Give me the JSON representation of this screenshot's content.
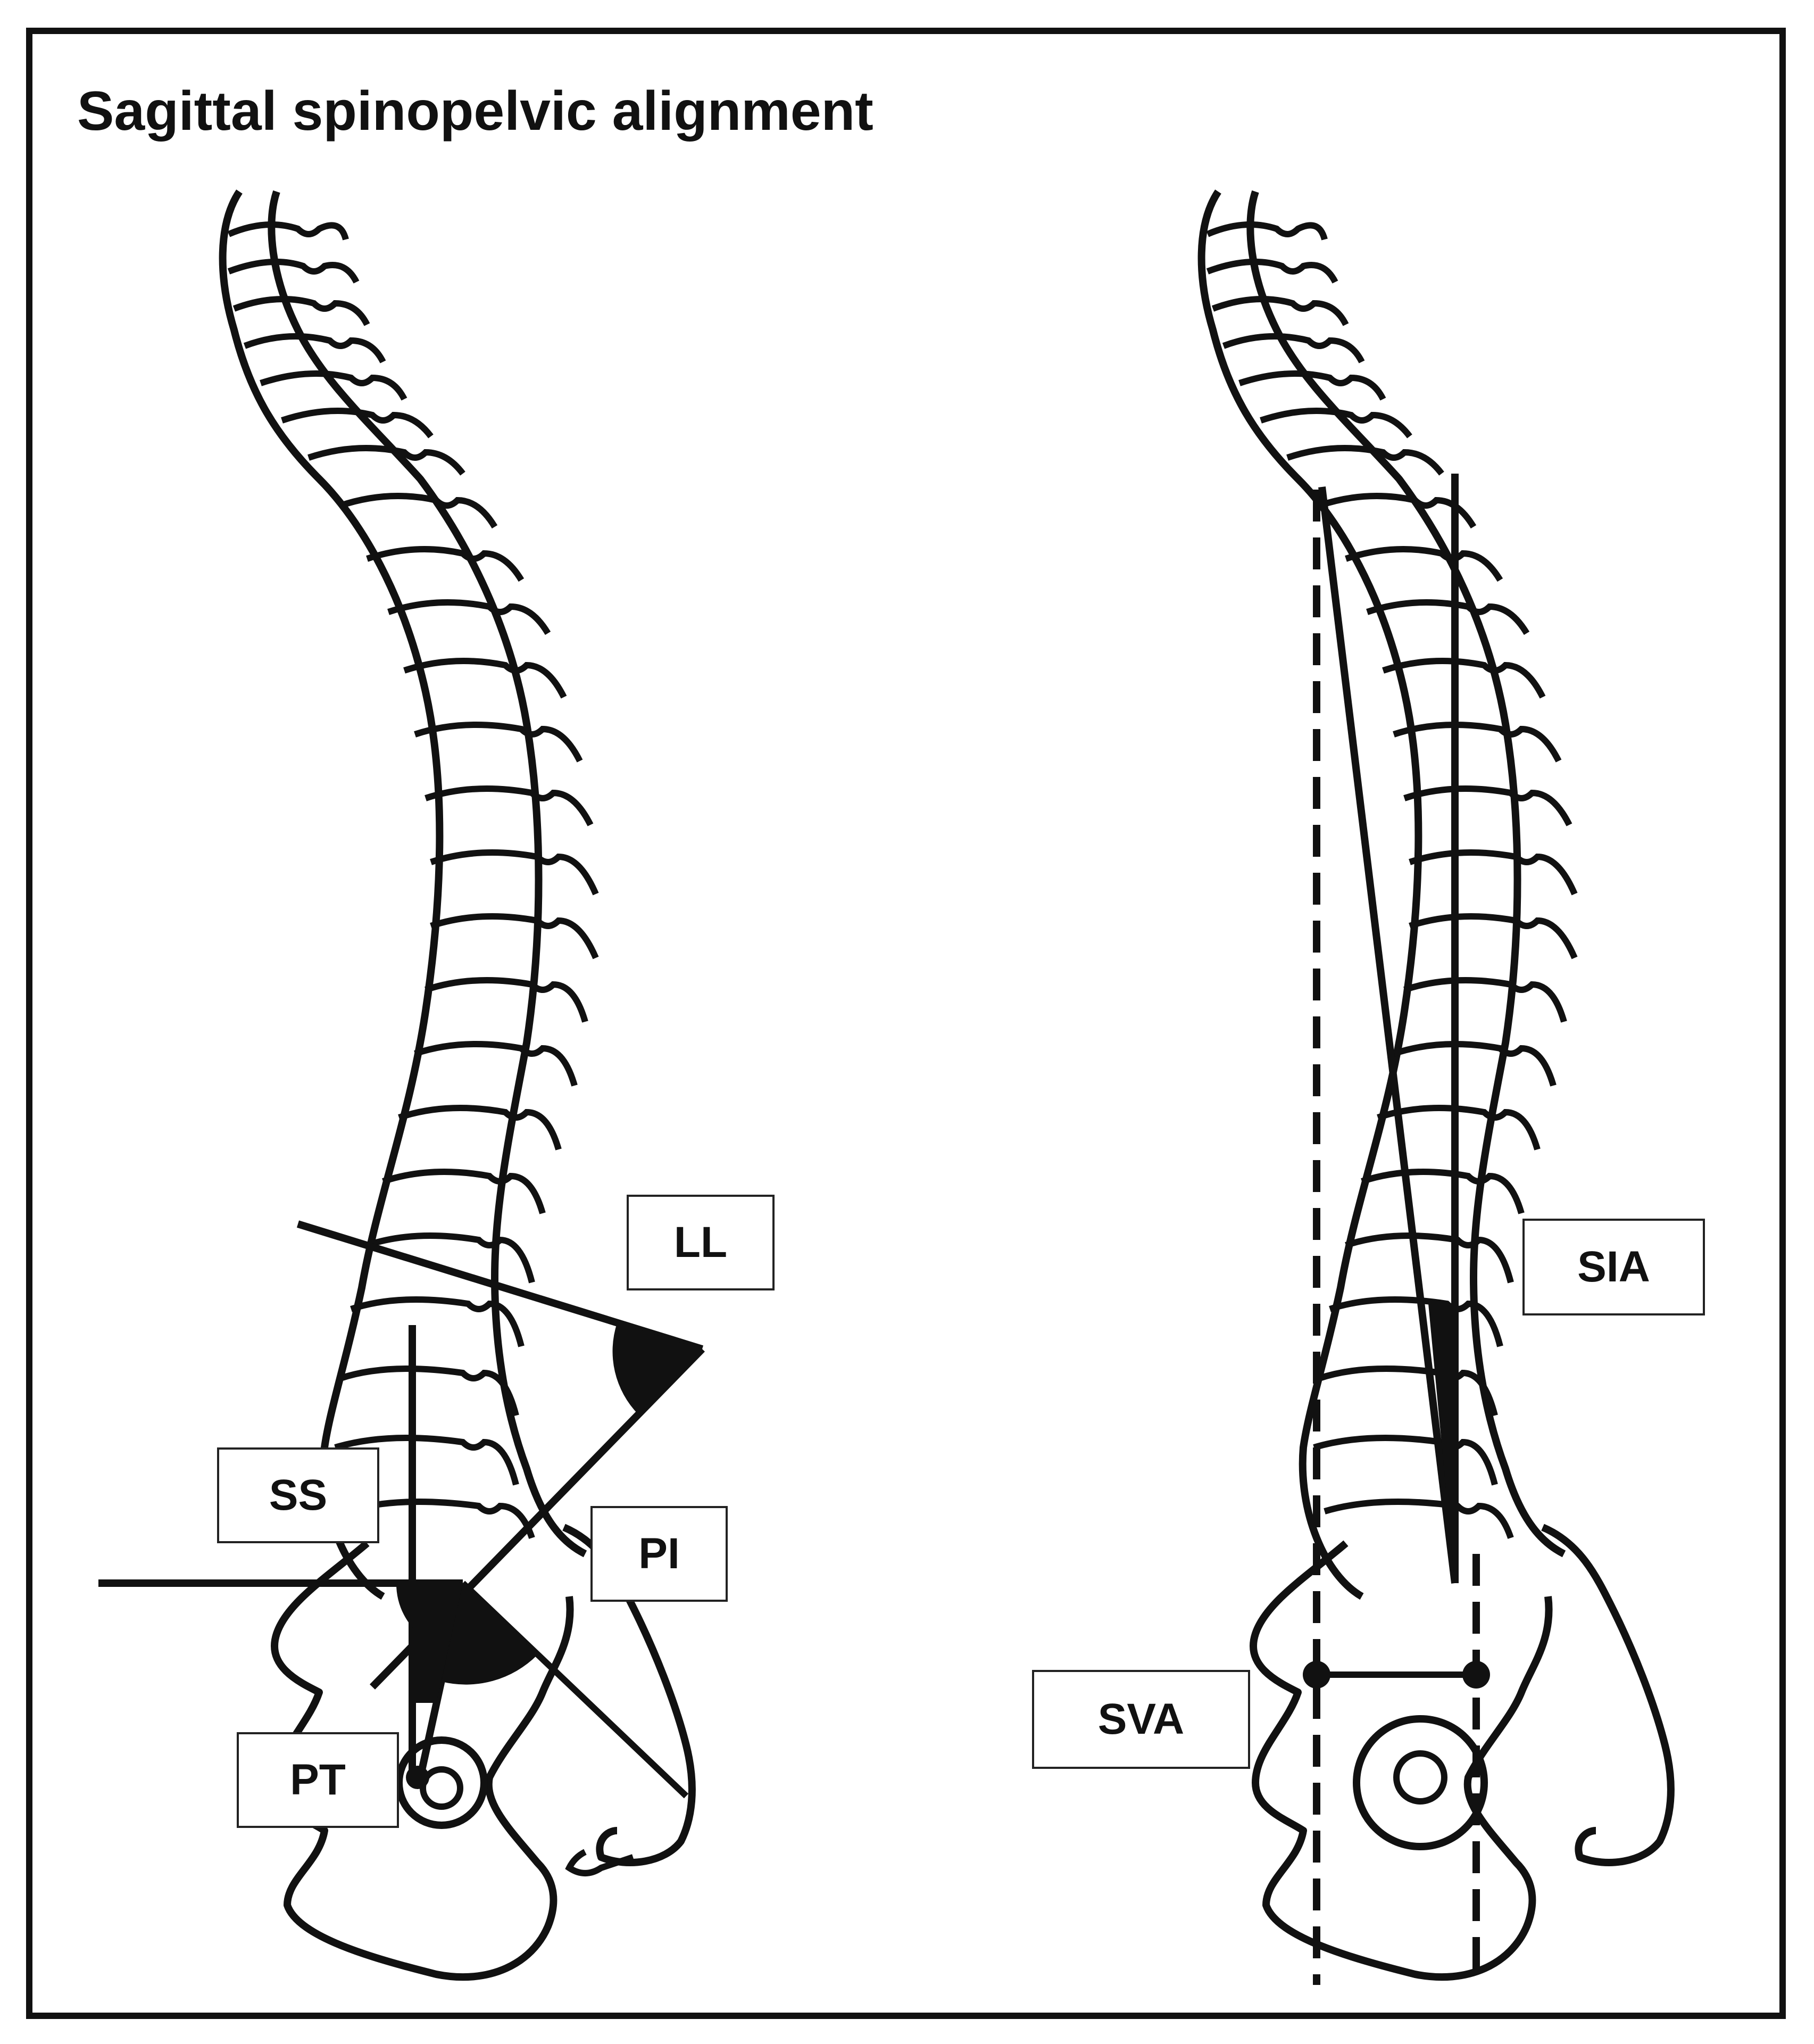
{
  "title": "Sagittal spinopelvic alignment",
  "labels": {
    "ll": "LL",
    "ss": "SS",
    "pi": "PI",
    "pt": "PT",
    "sia": "SIA",
    "sva": "SVA"
  },
  "colors": {
    "ink": "#111111",
    "background": "#ffffff"
  }
}
